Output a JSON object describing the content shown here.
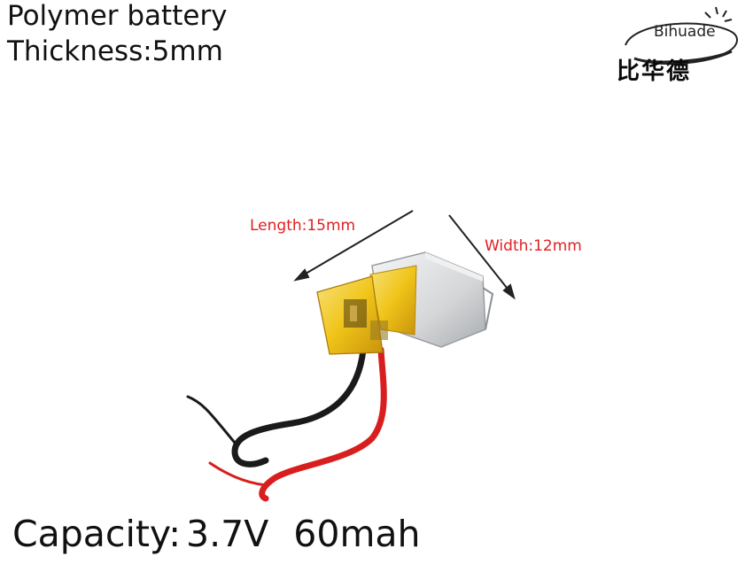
{
  "heading": {
    "line1": "Polymer battery",
    "line2": "Thickness:5mm"
  },
  "logo": {
    "brand_en": "Bihuade",
    "brand_cn": "比华德"
  },
  "dimensions": {
    "length_label": "Length:15mm",
    "width_label": "Width:12mm"
  },
  "capacity": {
    "label": "Capacity:",
    "voltage": "3.7V",
    "mah": "60mah"
  },
  "colors": {
    "dimension_text": "#e02020",
    "battery_body": "#d8dadc",
    "kapton_tape": "#f0c419",
    "wire_red": "#d81e1e",
    "wire_black": "#1a1a1a"
  }
}
